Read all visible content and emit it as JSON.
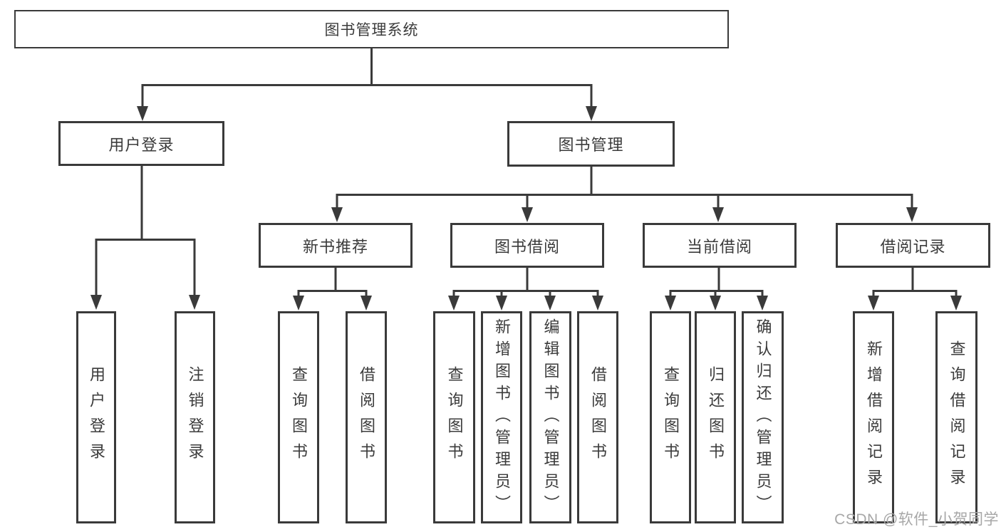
{
  "colors": {
    "line": "#3a3a3a",
    "box_border": "#3a3a3a",
    "box_background": "#ffffff",
    "text": "#3b3b3b",
    "watermark_text": "#a7a7a7"
  },
  "nodes": {
    "root": "图书管理系统",
    "level2": [
      "用户登录",
      "图书管理"
    ],
    "level3": [
      "新书推荐",
      "图书借阅",
      "当前借阅",
      "借阅记录"
    ],
    "userLogin": [
      "用户登录",
      "注销登录"
    ],
    "newBook": [
      "查询图书",
      "借阅图书"
    ],
    "bookBorrow": [
      "查询图书",
      "新增图书（管理员）",
      "编辑图书（管理员）",
      "借阅图书"
    ],
    "currentBorrow": [
      "查询图书",
      "归还图书",
      "确认归还（管理员）"
    ],
    "borrowRecords": [
      "新增借阅记录",
      "查询借阅记录"
    ]
  },
  "watermark": "CSDN @软件_小贺同学"
}
